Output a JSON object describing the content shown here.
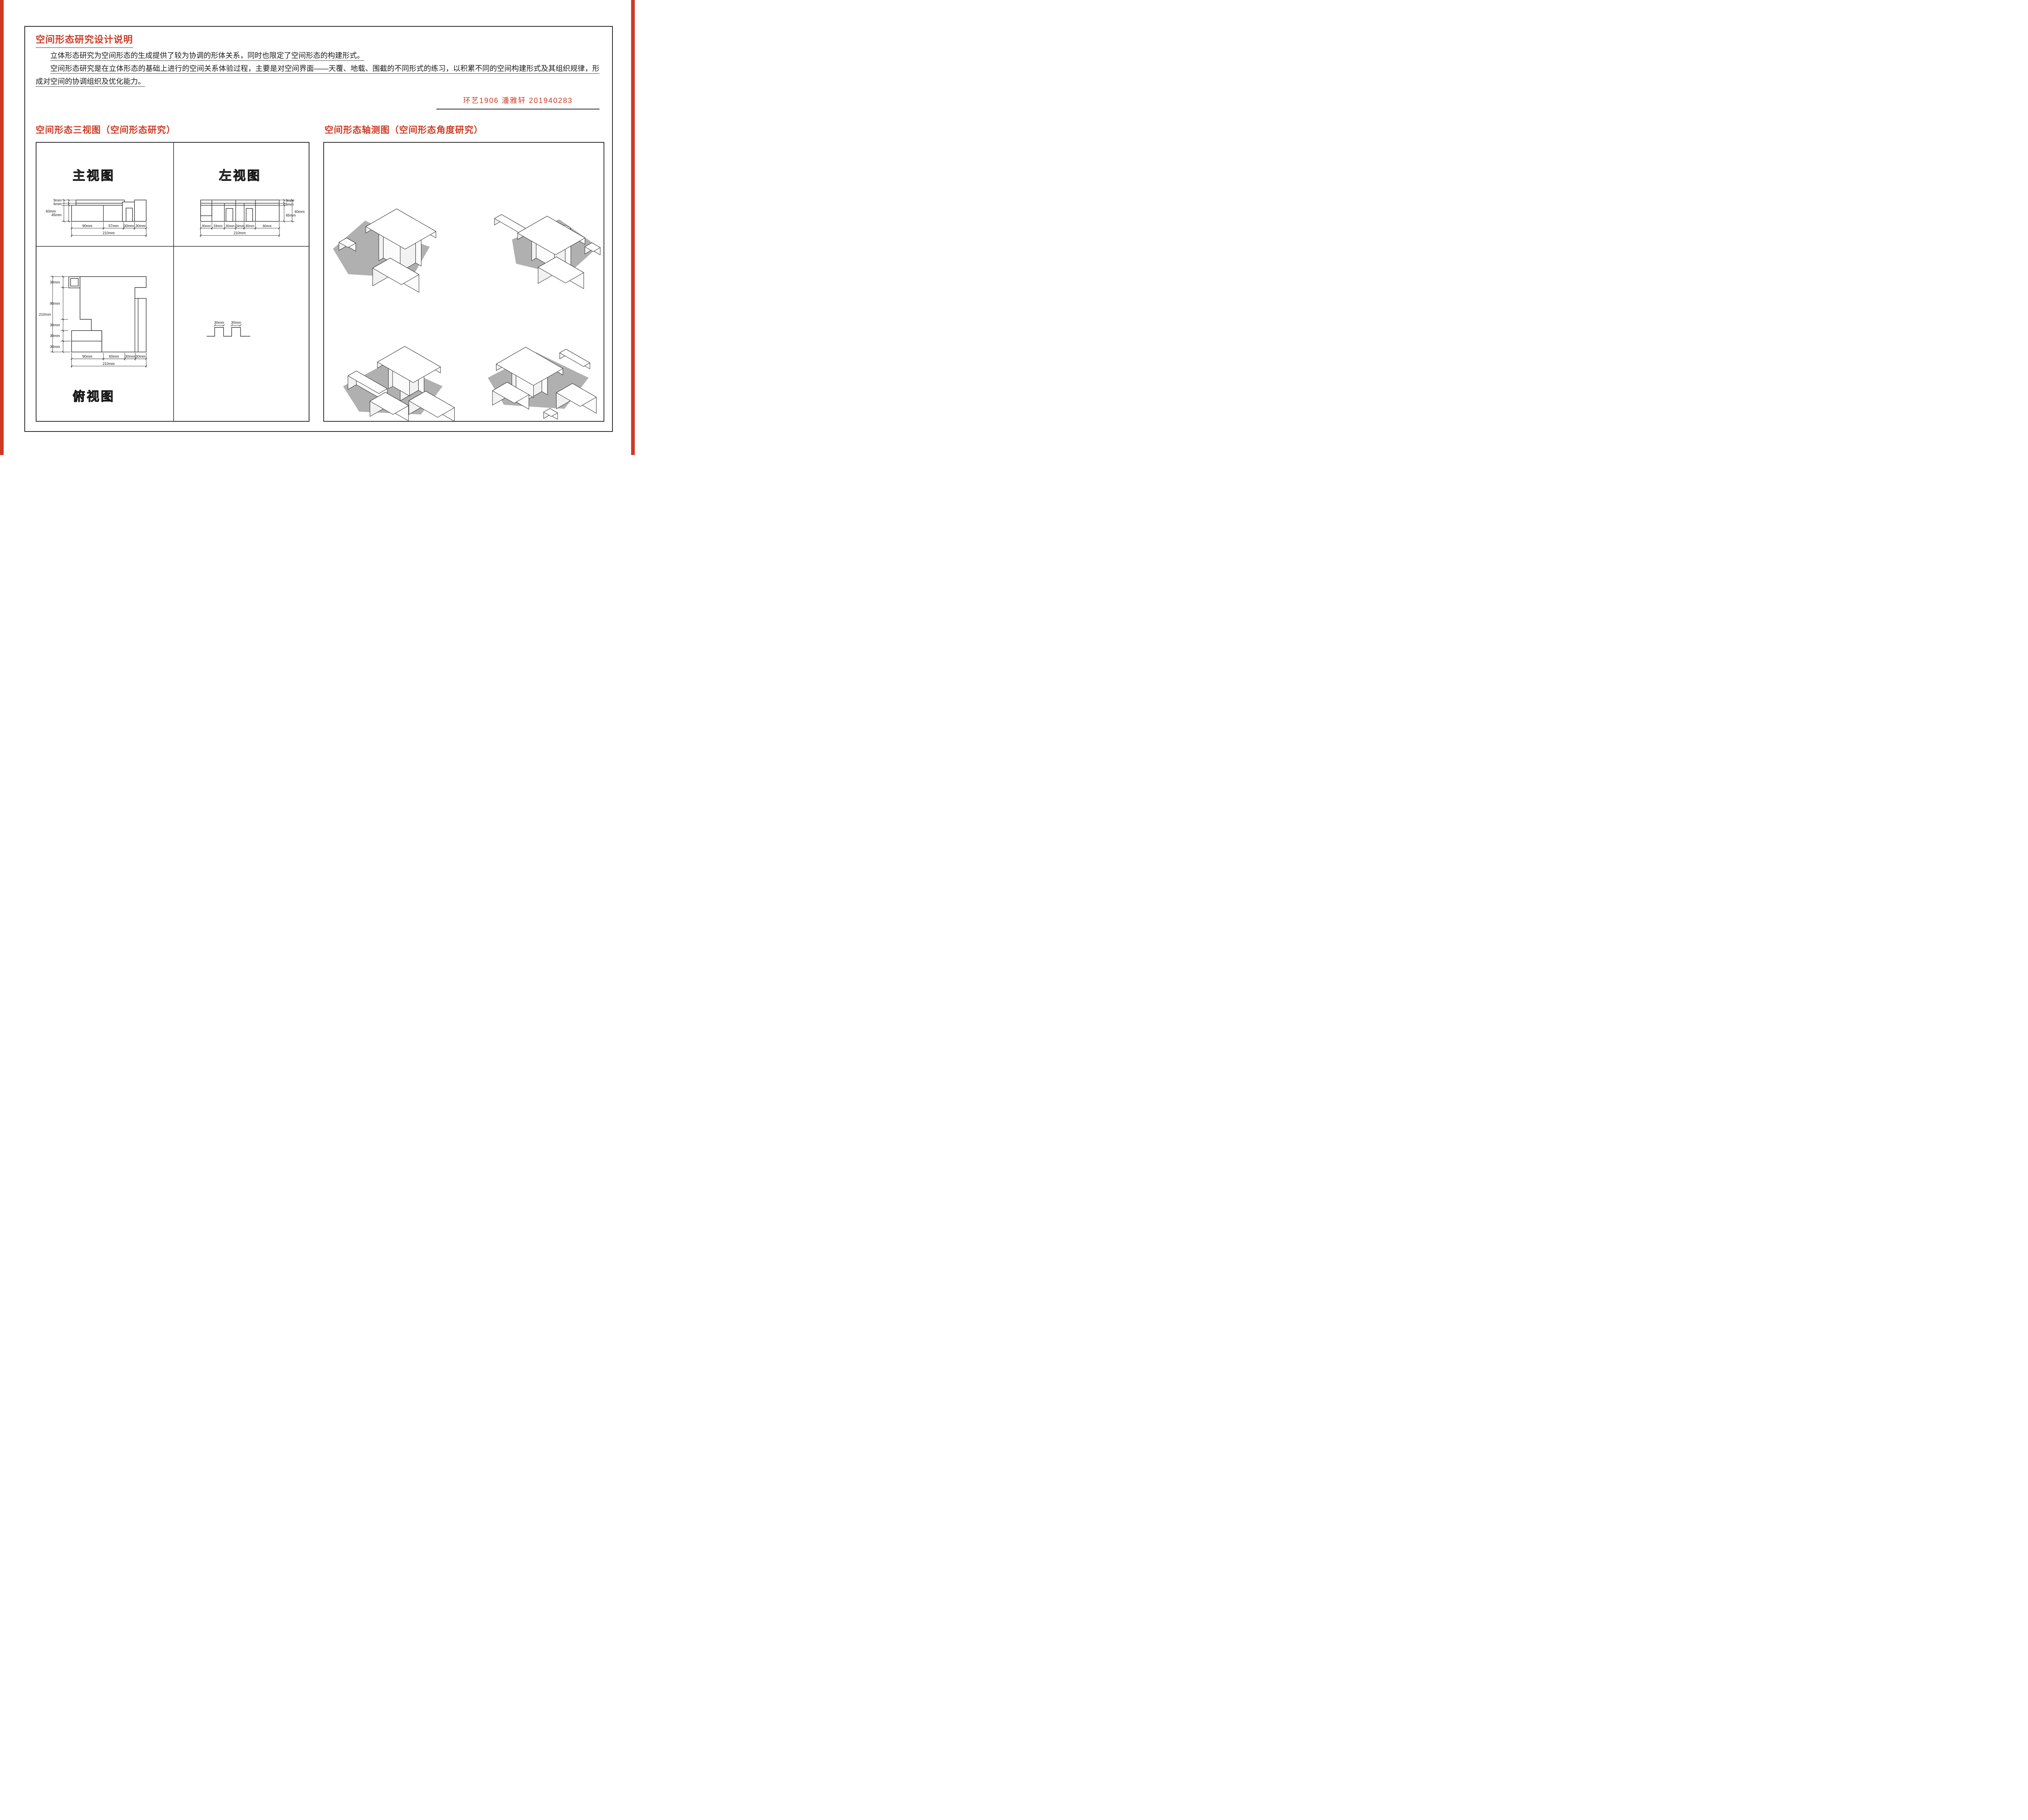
{
  "page": {
    "title": "空间形态研究设计说明",
    "paragraph1": "立体形态研究为空间形态的生成提供了较为协调的形体关系，同时也限定了空间形态的构建形式。",
    "paragraph2": "空间形态研究是在立体形态的基础上进行的空间关系体验过程，主要是对空间界面——天覆、地载、围截的不同形式的练习，以积累不同的空间构建形式及其组织规律，形成对空间的协调组织及优化能力。",
    "student_info": "环艺1906  潘雅轩   201940283"
  },
  "sections": {
    "left_title": "空间形态三视图（空间形态研究）",
    "right_title": "空间形态轴测图（空间形态角度研究）"
  },
  "views": {
    "front": {
      "title": "主视图",
      "dim_9": "9mm",
      "dim_6": "6mm",
      "dim_60": "60mm",
      "dim_45": "45mm",
      "bottom": [
        "90mm",
        "57mm",
        "30mm",
        "30mm"
      ],
      "total": "210mm"
    },
    "side": {
      "title": "左视图",
      "dim_9": "9mm",
      "dim_6": "6mm",
      "dim_60": "60mm",
      "dim_45": "45mm",
      "bottom": [
        "30mm",
        "33mm",
        "30mm",
        "24mm",
        "30mm",
        "60mm"
      ],
      "total": "210mm"
    },
    "top": {
      "title": "俯视图",
      "left": [
        "30mm",
        "90mm",
        "30mm",
        "30mm",
        "30mm"
      ],
      "overall_left": "210mm",
      "bottom": [
        "90mm",
        "60mm",
        "30mm",
        "30mm"
      ],
      "total": "210mm"
    },
    "profile": {
      "dims": [
        "30mm",
        "30mm"
      ]
    }
  },
  "colors": {
    "accent_red": "#cd3a23",
    "line_black": "#2b2b2b",
    "shadow_gray": "#b0b0b0"
  }
}
